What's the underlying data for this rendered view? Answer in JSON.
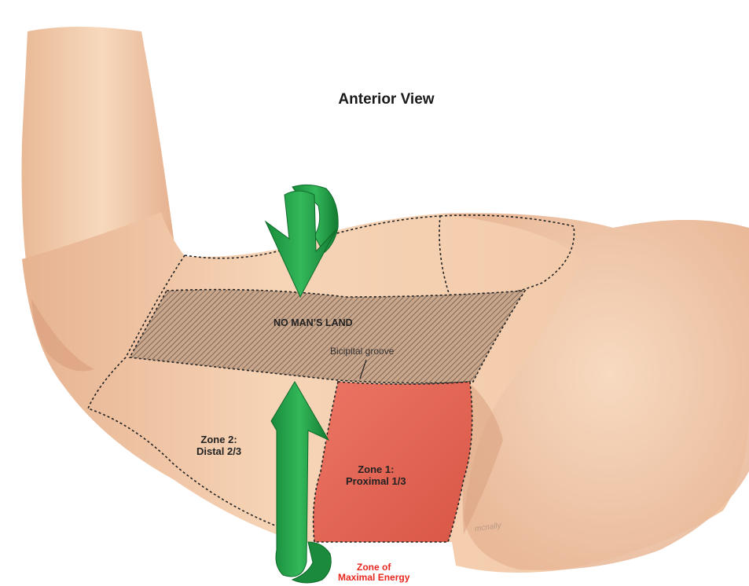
{
  "diagram": {
    "title": "Anterior View",
    "labels": {
      "no_mans_land": "NO MAN’S LAND",
      "bicipital_groove": "Bicipital groove",
      "zone2_line1": "Zone 2:",
      "zone2_line2": "Distal 2/3",
      "zone1_line1": "Zone 1:",
      "zone1_line2": "Proximal 1/3",
      "energy_line1": "Zone of",
      "energy_line2": "Maximal Energy",
      "signature": "mcnally"
    },
    "colors": {
      "skin": "#f2c9a8",
      "skin_shadow": "#dfa584",
      "zone1": "#e86a58",
      "arrow": "#23a04a",
      "energy_text": "#e8271e"
    }
  }
}
